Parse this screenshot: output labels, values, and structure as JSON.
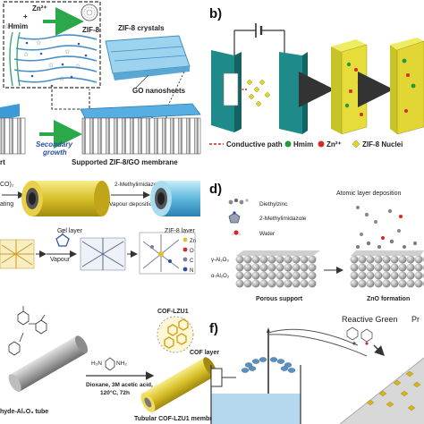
{
  "panels": {
    "a": {
      "ions": "Zn²⁺",
      "plus": "+",
      "ligand": "Hmim",
      "product": "ZIF-8",
      "crystals": "ZIF-8 crystals",
      "sheets": "GO nanosheets",
      "support_fragment": "rt",
      "growth_line1": "Secondary",
      "growth_line2": "growth",
      "membrane": "Supported ZIF-8/GO membrane"
    },
    "b": {
      "letter": "b)",
      "legend_path": "Conductive path",
      "legend_hmim": "Hmim",
      "legend_zn": "Zn²⁺",
      "legend_nuclei": "ZIF-8 Nuclei"
    },
    "c": {
      "step1_fragment": "CO)₂",
      "step1b_fragment": "ating",
      "step2": "2-Methylimidazole",
      "step2b": "Vapour deposition",
      "gel": "Gel layer",
      "zif_layer": "ZIF-8 layer",
      "vapour": "Vapour",
      "key_zn": "Zn",
      "key_c": "C",
      "key_n": "N"
    },
    "d": {
      "letter": "d)",
      "chem1": "Diethylzinc",
      "chem2": "2-Methylimidazole",
      "chem3": "Water",
      "ald": "Atomic layer deposition",
      "gamma": "γ-Al₂O₃",
      "alpha": "α-Al₂O₃",
      "porous": "Porous support",
      "zno": "ZnO formation"
    },
    "e": {
      "amine": "H₂N",
      "amine2": "NH₂",
      "cond1": "Dioxane, 3M acetic acid,",
      "cond2": "120°C, 72h",
      "cof": "COF-LZU1",
      "layer": "COF layer",
      "tube": "hyde-Al₂O₃ tube",
      "membrane": "Tubular COF-LZU1 membrane"
    },
    "f": {
      "letter": "f)",
      "dye": "Reactive Green",
      "dye2_fragment": "Pr"
    }
  }
}
